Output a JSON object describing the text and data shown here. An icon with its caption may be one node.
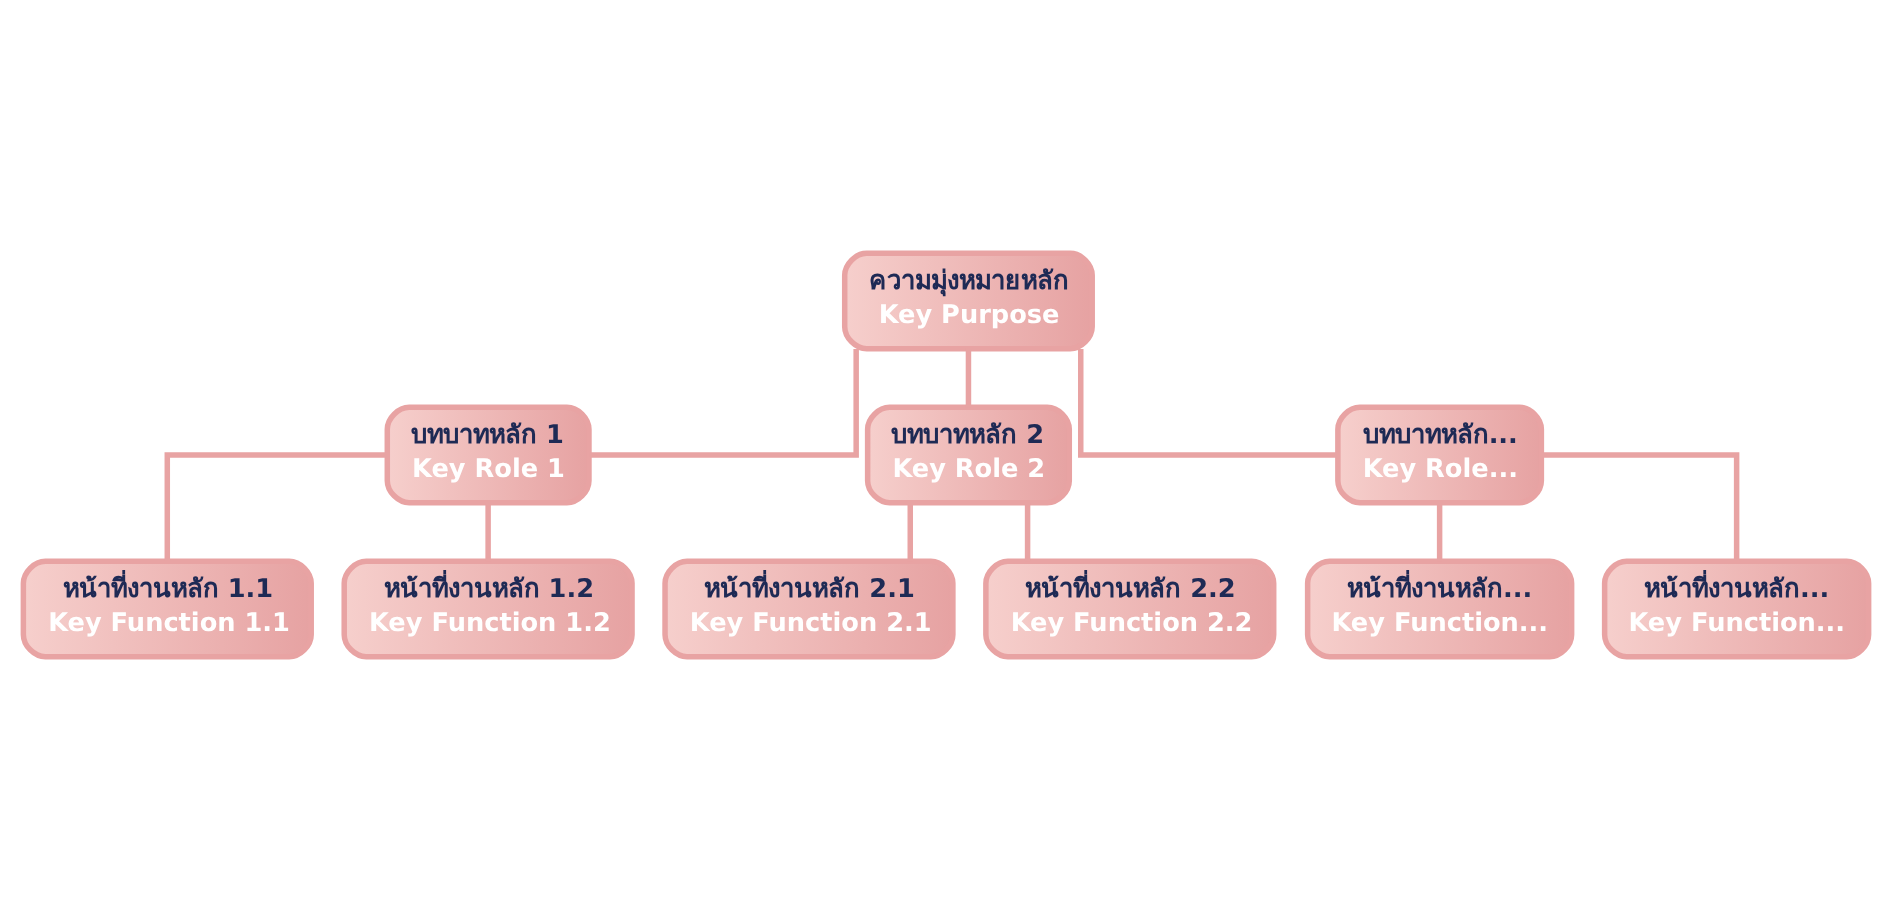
{
  "diagram": {
    "nodes": [
      {
        "text": [
          "ความมุ่งหมายหลัก",
          "Key Purpose"
        ]
      },
      {
        "text": [
          "บทบาทหลัก 1",
          "Key Role 1"
        ]
      },
      {
        "text": [
          "บทบาทหลัก 2",
          "Key Role 2"
        ]
      },
      {
        "text": [
          "บทบาทหลัก...",
          "Key Role..."
        ]
      },
      {
        "text": [
          "หน้าที่งานหลัก 1.1",
          "Key Function 1.1"
        ]
      },
      {
        "text": [
          "หน้าที่งานหลัก 1.2",
          "Key Function 1.2"
        ]
      },
      {
        "text": [
          "หน้าที่งานหลัก 2.1",
          "Key Function 2.1"
        ]
      },
      {
        "text": [
          "หน้าที่งานหลัก 2.2",
          "Key Function 2.2"
        ]
      },
      {
        "text": [
          "หน้าที่งานหลัก...",
          "Key Function..."
        ]
      },
      {
        "text": [
          "หน้าที่งานหลัก...",
          "Key Function..."
        ]
      }
    ],
    "edges": [
      {
        "from": 0,
        "to": 1,
        "arrow": "none"
      },
      {
        "from": 0,
        "to": 2,
        "arrow": "none"
      },
      {
        "from": 0,
        "to": 3,
        "arrow": "none"
      },
      {
        "from": 1,
        "to": 4,
        "arrow": "none"
      },
      {
        "from": 1,
        "to": 5,
        "arrow": "none"
      },
      {
        "from": 2,
        "to": 6,
        "arrow": "none"
      },
      {
        "from": 2,
        "to": 7,
        "arrow": "none"
      },
      {
        "from": 3,
        "to": 8,
        "arrow": "none"
      },
      {
        "from": 3,
        "to": 9,
        "arrow": "none"
      }
    ]
  }
}
